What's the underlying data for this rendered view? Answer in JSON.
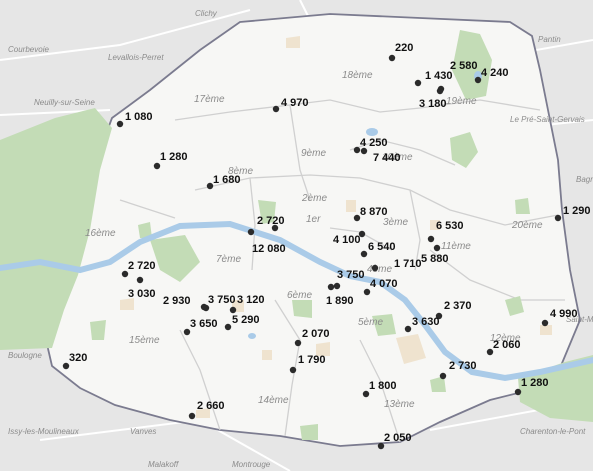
{
  "colors": {
    "land": "#e6e6e6",
    "paris": "#f7f7f5",
    "water": "#aacbe8",
    "park": "#c3dcb6",
    "sand": "#efe3cf",
    "road": "#ffffff",
    "boundary": "#7b7b8f",
    "marker": "#2b2b2b"
  },
  "arrondissements": [
    {
      "name": "18ème"
    },
    {
      "name": "17ème"
    },
    {
      "name": "19ème"
    },
    {
      "name": "9ème"
    },
    {
      "name": "10ème"
    },
    {
      "name": "2ème"
    },
    {
      "name": "1er"
    },
    {
      "name": "3ème"
    },
    {
      "name": "8ème"
    },
    {
      "name": "11ème"
    },
    {
      "name": "20ème"
    },
    {
      "name": "16ème"
    },
    {
      "name": "7ème"
    },
    {
      "name": "4ème"
    },
    {
      "name": "6ème"
    },
    {
      "name": "5ème"
    },
    {
      "name": "15ème"
    },
    {
      "name": "12ème"
    },
    {
      "name": "14ème"
    },
    {
      "name": "13ème"
    }
  ],
  "places": [
    {
      "name": "Clichy"
    },
    {
      "name": "Courbevoie"
    },
    {
      "name": "Levallois-Perret"
    },
    {
      "name": "Pantin"
    },
    {
      "name": "Neuilly-sur-Seine"
    },
    {
      "name": "Le Pré-Saint-Gervais"
    },
    {
      "name": "Bagnolet"
    },
    {
      "name": "Saint-Mandé"
    },
    {
      "name": "Charenton-le-Pont"
    },
    {
      "name": "Issy-les-Moulineaux"
    },
    {
      "name": "Vanves"
    },
    {
      "name": "Malakoff"
    },
    {
      "name": "Montrouge"
    },
    {
      "name": "Boulogne"
    }
  ],
  "markers": [
    {
      "label": "220"
    },
    {
      "label": "2 580"
    },
    {
      "label": "1 430"
    },
    {
      "label": "4 240"
    },
    {
      "label": "3 180"
    },
    {
      "label": "4 970"
    },
    {
      "label": "1 080"
    },
    {
      "label": "4 250"
    },
    {
      "label": "7 440"
    },
    {
      "label": "1 280"
    },
    {
      "label": "1 680"
    },
    {
      "label": "8 870"
    },
    {
      "label": "6 530"
    },
    {
      "label": "1 290"
    },
    {
      "label": "2 720"
    },
    {
      "label": "12 080"
    },
    {
      "label": "4 100"
    },
    {
      "label": "6 540"
    },
    {
      "label": "5 880"
    },
    {
      "label": "1 710"
    },
    {
      "label": "2 720"
    },
    {
      "label": "3 750"
    },
    {
      "label": "4 070"
    },
    {
      "label": "3 030"
    },
    {
      "label": "1 890"
    },
    {
      "label": "2 930"
    },
    {
      "label": "3 750"
    },
    {
      "label": "3 120"
    },
    {
      "label": "2 370"
    },
    {
      "label": "5 290"
    },
    {
      "label": "3 650"
    },
    {
      "label": "3 630"
    },
    {
      "label": "4 990"
    },
    {
      "label": "2 070"
    },
    {
      "label": "2 060"
    },
    {
      "label": "1 790"
    },
    {
      "label": "320"
    },
    {
      "label": "2 730"
    },
    {
      "label": "1 800"
    },
    {
      "label": "1 280"
    },
    {
      "label": "2 660"
    },
    {
      "label": "2 050"
    }
  ]
}
